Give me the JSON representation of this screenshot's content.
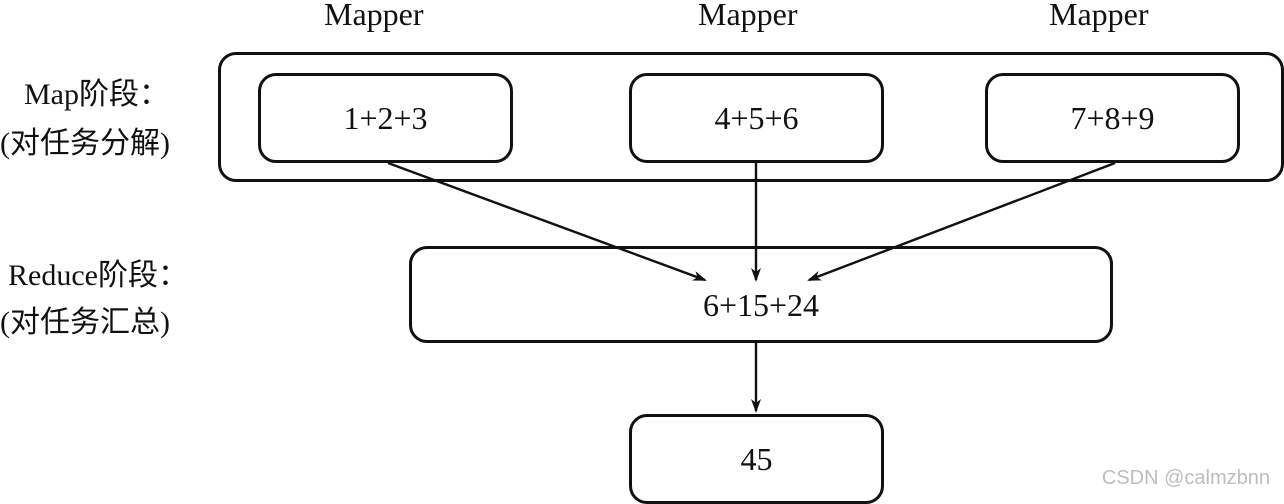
{
  "mappers": {
    "headers": [
      "Mapper",
      "Mapper",
      "Mapper"
    ],
    "tasks": [
      "1+2+3",
      "4+5+6",
      "7+8+9"
    ]
  },
  "stages": {
    "map": {
      "title": "Map阶段：",
      "subtitle": "(对任务分解)"
    },
    "reduce": {
      "title": "Reduce阶段：",
      "subtitle": "(对任务汇总)"
    }
  },
  "reduce_box": {
    "expression": "6+15+24"
  },
  "result_box": {
    "value": "45"
  },
  "watermark": {
    "text": "CSDN @calmzbnn"
  },
  "colors": {
    "stroke": "#111111",
    "background": "#ffffff",
    "watermark": "#bdbdbd"
  }
}
